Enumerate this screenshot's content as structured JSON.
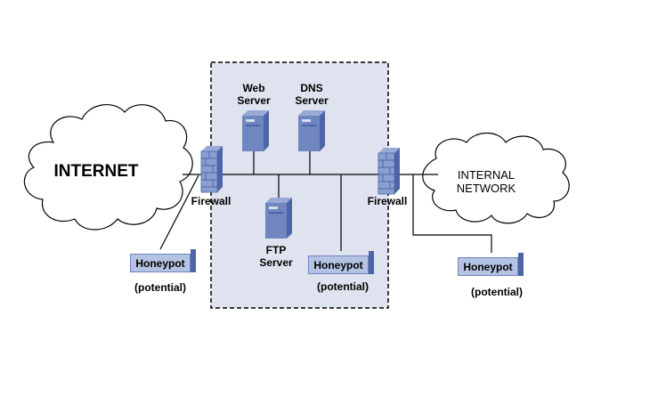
{
  "clouds": {
    "internet": "INTERNET",
    "internal_network": [
      "INTERNAL",
      "NETWORK"
    ]
  },
  "dmz_servers": {
    "web": [
      "Web",
      "Server"
    ],
    "dns": [
      "DNS",
      "Server"
    ],
    "ftp": [
      "FTP",
      "Server"
    ]
  },
  "firewalls": {
    "left": "Firewall",
    "right": "Firewall"
  },
  "honeypots": {
    "outer": {
      "label": "Honeypot",
      "note": "(potential)"
    },
    "dmz": {
      "label": "Honeypot",
      "note": "(potential)"
    },
    "internal": {
      "label": "Honeypot",
      "note": "(potential)"
    }
  },
  "colors": {
    "dmz_fill": "#dfe3ef",
    "server_body": "#6f86c0",
    "server_dark": "#4e64a8",
    "honeypot_face": "#b4c3e3",
    "line": "#000000"
  }
}
